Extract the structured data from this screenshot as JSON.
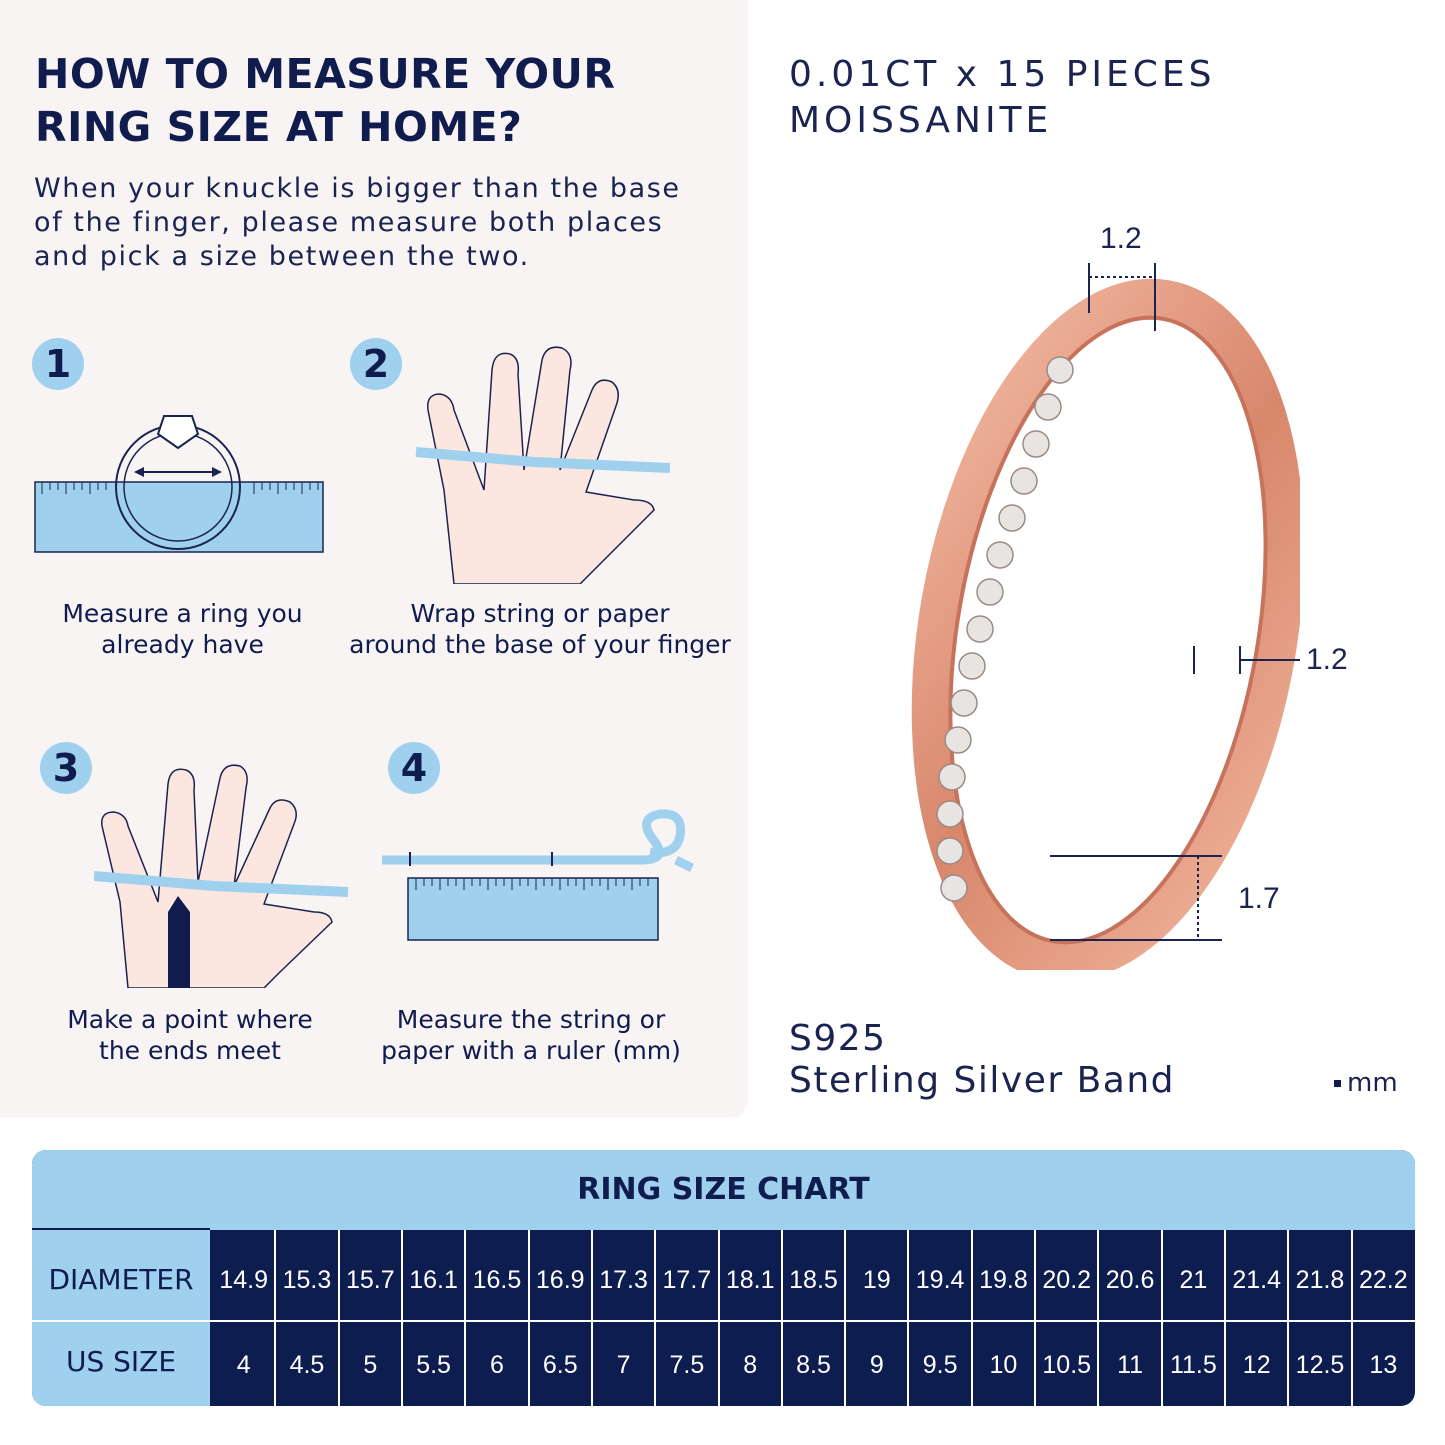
{
  "guide": {
    "headline_line1": "HOW TO MEASURE YOUR",
    "headline_line2": "RING SIZE AT HOME?",
    "intro_line1": "When your knuckle is bigger than the base",
    "intro_line2": "of the finger, please measure both places",
    "intro_line3": "and pick a size between the two.",
    "steps": [
      {
        "number": "1",
        "caption_line1": "Measure a ring you",
        "caption_line2": "already have",
        "icon": "ring-on-ruler-icon"
      },
      {
        "number": "2",
        "caption_line1": "Wrap string or paper",
        "caption_line2": "around the base of your finger",
        "icon": "hand-with-string-icon"
      },
      {
        "number": "3",
        "caption_line1": "Make a point where",
        "caption_line2": "the ends meet",
        "icon": "hand-with-marker-icon"
      },
      {
        "number": "4",
        "caption_line1": "Measure the string or",
        "caption_line2": "paper with a ruler (mm)",
        "icon": "string-on-ruler-icon"
      }
    ]
  },
  "product": {
    "title_line1": "0.01CT x 15 PIECES",
    "title_line2": "MOISSANITE",
    "material_line1": "S925",
    "material_line2": "Sterling Silver Band",
    "unit": "mm",
    "dimensions": {
      "top_width": "1.2",
      "band_thickness": "1.2",
      "band_height": "1.7"
    },
    "band_color": "#e4a088"
  },
  "chart": {
    "title": "RING SIZE CHART",
    "diameter_label": "DIAMETER",
    "us_size_label": "US SIZE",
    "diameter": [
      "14.9",
      "15.3",
      "15.7",
      "16.1",
      "16.5",
      "16.9",
      "17.3",
      "17.7",
      "18.1",
      "18.5",
      "19",
      "19.4",
      "19.8",
      "20.2",
      "20.6",
      "21",
      "21.4",
      "21.8",
      "22.2"
    ],
    "us_size": [
      "4",
      "4.5",
      "5",
      "5.5",
      "6",
      "6.5",
      "7",
      "7.5",
      "8",
      "8.5",
      "9",
      "9.5",
      "10",
      "10.5",
      "11",
      "11.5",
      "12",
      "12.5",
      "13"
    ],
    "header_color": "#9fd0ee",
    "body_color": "#0e1d4f"
  }
}
